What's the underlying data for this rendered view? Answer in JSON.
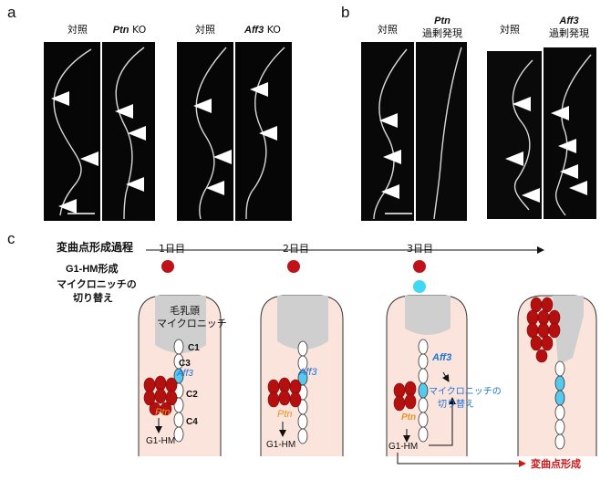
{
  "panel_a": {
    "letter": "a",
    "labels": [
      {
        "italic": "",
        "text": "対照"
      },
      {
        "italic": "Ptn",
        "text": " KO"
      },
      {
        "italic": "",
        "text": "対照"
      },
      {
        "italic": "Aff3",
        "text": " KO"
      }
    ]
  },
  "panel_b": {
    "letter": "b",
    "labels": [
      {
        "italic": "",
        "text": "対照"
      },
      {
        "italic": "Ptn",
        "text": "過剰発現"
      },
      {
        "italic": "",
        "text": "対照"
      },
      {
        "italic": "Aff3",
        "text": "過剰発現"
      }
    ]
  },
  "panel_c": {
    "letter": "c",
    "row_labels": [
      "変曲点形成過程",
      "G1-HM形成",
      "マイクロニッチの",
      "切り替え"
    ],
    "days": [
      "1日目",
      "2日目",
      "3日目"
    ],
    "papilla_label": [
      "毛乳頭",
      "マイクロニッチ"
    ],
    "cell_labels": [
      "C1",
      "C3",
      "C2",
      "C4"
    ],
    "gene_aff3": "Aff3",
    "gene_ptn": "Ptn",
    "g1hm": "G1-HM",
    "switch_label": [
      "マイクロニッチの",
      "切り替え"
    ],
    "inflection_label": "変曲点形成",
    "colors": {
      "red_dot": "#c0121a",
      "cyan_dot": "#3fd9f2",
      "aff3_blue": "#1e73d8",
      "ptn_orange": "#e8932b",
      "follicle_fill": "#fbe4dc",
      "inflection_red": "#d11414"
    }
  }
}
